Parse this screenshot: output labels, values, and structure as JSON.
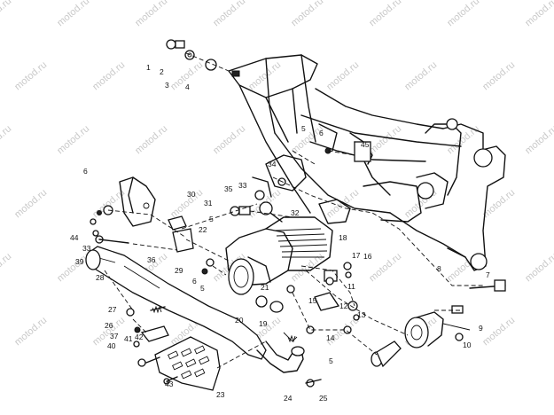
{
  "watermark": "motod.ru",
  "callouts": [
    {
      "id": "c1",
      "text": "1"
    },
    {
      "id": "c2",
      "text": "2"
    },
    {
      "id": "c3",
      "text": "3"
    },
    {
      "id": "c4",
      "text": "4"
    },
    {
      "id": "c5a",
      "text": "5"
    },
    {
      "id": "c5b",
      "text": "5"
    },
    {
      "id": "c5c",
      "text": "5"
    },
    {
      "id": "c5d",
      "text": "5"
    },
    {
      "id": "c6a",
      "text": "6"
    },
    {
      "id": "c6b",
      "text": "6"
    },
    {
      "id": "c6c",
      "text": "6"
    },
    {
      "id": "c7",
      "text": "7"
    },
    {
      "id": "c8",
      "text": "8"
    },
    {
      "id": "c9",
      "text": "9"
    },
    {
      "id": "c10",
      "text": "10"
    },
    {
      "id": "c11",
      "text": "11"
    },
    {
      "id": "c12",
      "text": "12"
    },
    {
      "id": "c13",
      "text": "13"
    },
    {
      "id": "c14",
      "text": "14"
    },
    {
      "id": "c15",
      "text": "15"
    },
    {
      "id": "c16",
      "text": "16"
    },
    {
      "id": "c17",
      "text": "17"
    },
    {
      "id": "c18",
      "text": "18"
    },
    {
      "id": "c19",
      "text": "19"
    },
    {
      "id": "c20",
      "text": "20"
    },
    {
      "id": "c21",
      "text": "21"
    },
    {
      "id": "c22",
      "text": "22"
    },
    {
      "id": "c23",
      "text": "23"
    },
    {
      "id": "c24",
      "text": "24"
    },
    {
      "id": "c25",
      "text": "25"
    },
    {
      "id": "c26",
      "text": "26"
    },
    {
      "id": "c27",
      "text": "27"
    },
    {
      "id": "c28",
      "text": "28"
    },
    {
      "id": "c29",
      "text": "29"
    },
    {
      "id": "c30",
      "text": "30"
    },
    {
      "id": "c31",
      "text": "31"
    },
    {
      "id": "c32",
      "text": "32"
    },
    {
      "id": "c33a",
      "text": "33"
    },
    {
      "id": "c33b",
      "text": "33"
    },
    {
      "id": "c34",
      "text": "34"
    },
    {
      "id": "c35",
      "text": "35"
    },
    {
      "id": "c36",
      "text": "36"
    },
    {
      "id": "c37",
      "text": "37"
    },
    {
      "id": "c39",
      "text": "39"
    },
    {
      "id": "c40",
      "text": "40"
    },
    {
      "id": "c41",
      "text": "41"
    },
    {
      "id": "c42",
      "text": "42"
    },
    {
      "id": "c43",
      "text": "43"
    },
    {
      "id": "c44",
      "text": "44"
    },
    {
      "id": "c45",
      "text": "45"
    }
  ]
}
